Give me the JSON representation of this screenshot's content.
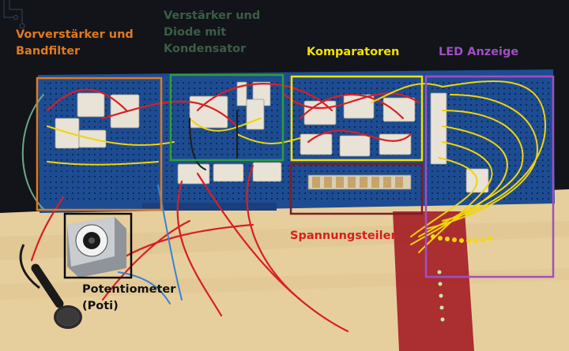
{
  "labels": {
    "vorverstaerker": [
      "Vorverstärker und",
      "Bandfilter"
    ],
    "verstaerker": [
      "Verstärker und",
      "Diode mit",
      "Kondensator"
    ],
    "komparatoren": "Komparatoren",
    "led": "LED Anzeige",
    "spannungsteiler": "Spannungsteiler",
    "potentiometer": [
      "Potentiometer",
      "(Poti)"
    ]
  },
  "colors": {
    "vorverstaerker": "#e07a1f",
    "verstaerker": "#2e9e3a",
    "verstaerker_text": "#3a5e44",
    "komparatoren": "#f2e300",
    "led": "#a04fc4",
    "spannungsteiler": "#d81e1e",
    "spannungsteiler_box": "#7a1e2a",
    "potentiometer": "#111111",
    "board": "#1e4f96",
    "table": "#e8d2a2"
  }
}
